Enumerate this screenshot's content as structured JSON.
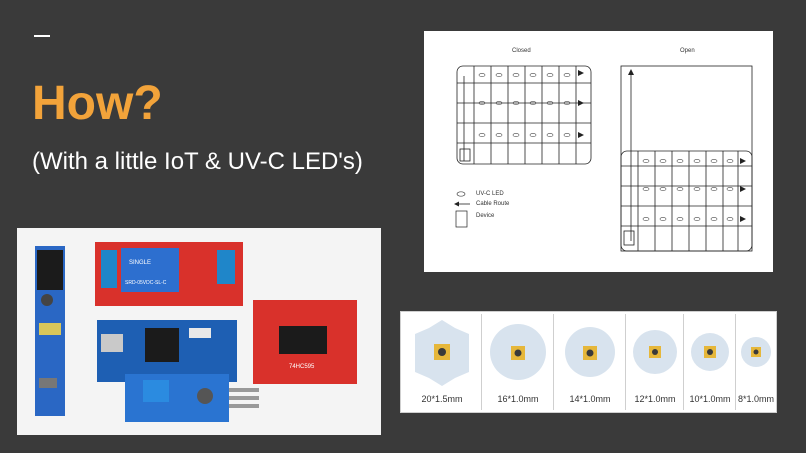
{
  "slide": {
    "title": "How?",
    "subtitle": "(With a little IoT & UV-C LED's)"
  },
  "diagram": {
    "closed_label": "Closed",
    "open_label": "Open",
    "legend": [
      {
        "icon": "led-oval-icon",
        "label": "UV-C LED"
      },
      {
        "icon": "arrow-left-icon",
        "label": "Cable Route"
      },
      {
        "icon": "rectangle-icon",
        "label": "Device"
      }
    ]
  },
  "photo": {
    "board_texts": [
      "SRD-05VDC-SL-C",
      "SINGLE",
      "74HC595"
    ]
  },
  "leds": [
    {
      "caption": "20*1.5mm"
    },
    {
      "caption": "16*1.0mm"
    },
    {
      "caption": "14*1.0mm"
    },
    {
      "caption": "12*1.0mm"
    },
    {
      "caption": "10*1.0mm"
    },
    {
      "caption": "8*1.0mm"
    }
  ],
  "colors": {
    "background": "#3a3a3a",
    "title_accent": "#f2a33a",
    "pcb_red": "#d9312b",
    "pcb_blue": "#1e5fb3",
    "led_silver": "#d8e3ee"
  }
}
